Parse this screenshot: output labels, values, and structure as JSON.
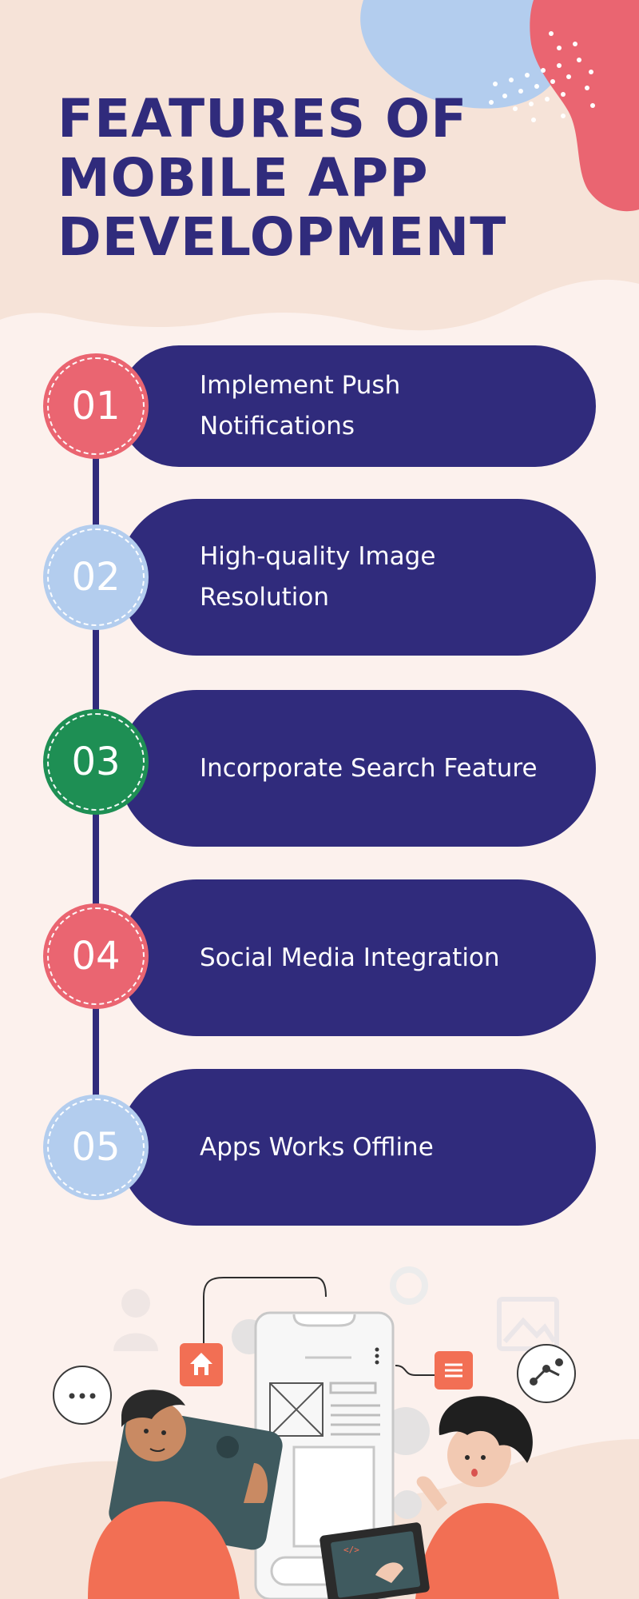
{
  "title": {
    "line1": "FEATURES OF",
    "line2": "MOBILE APP",
    "line3": "DEVELOPMENT"
  },
  "colors": {
    "navy": "#302b7c",
    "coral": "#ea6571",
    "light_blue": "#b3cdee",
    "green": "#1e8f54",
    "background": "#fcf1ed",
    "header_background": "#f6e3d8"
  },
  "features": [
    {
      "number": "01",
      "label": "Implement Push Notifications",
      "badge_color": "#ea6571"
    },
    {
      "number": "02",
      "label": "High-quality Image Resolution",
      "badge_color": "#b3cdee"
    },
    {
      "number": "03",
      "label": "Incorporate Search Feature",
      "badge_color": "#1e8f54"
    },
    {
      "number": "04",
      "label": "Social Media Integration",
      "badge_color": "#ea6571"
    },
    {
      "number": "05",
      "label": "Apps Works Offline",
      "badge_color": "#b3cdee"
    }
  ],
  "illustration": {
    "subject": "two-people-building-mobile-app",
    "icons": [
      "home-icon",
      "menu-icon",
      "chat-bubble-icon",
      "share-icon",
      "gear-icon",
      "image-icon",
      "code-icon"
    ]
  }
}
